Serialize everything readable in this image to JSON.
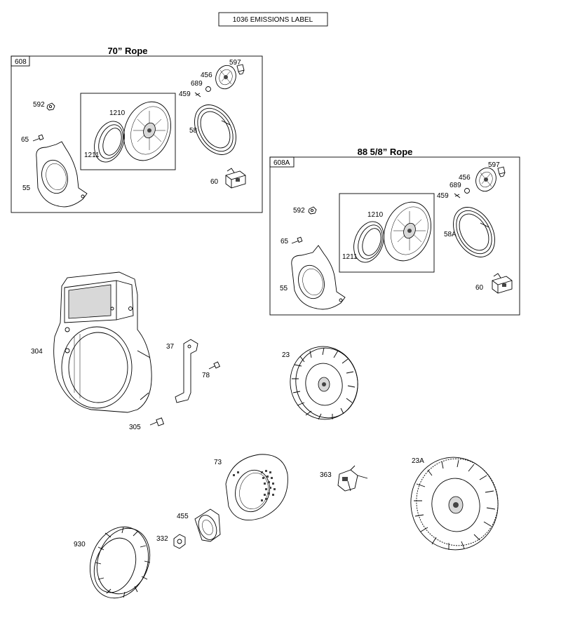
{
  "header": {
    "emissions_label": "1036 EMISSIONS LABEL"
  },
  "groups": [
    {
      "title": "70” Rope",
      "tag": "608",
      "labels": {
        "p597": "597",
        "p456": "456",
        "p689": "689",
        "p459": "459",
        "p592": "592",
        "p1210": "1210",
        "p58": "58",
        "p65": "65",
        "p1211": "1211",
        "p55": "55",
        "p60": "60"
      }
    },
    {
      "title": "88 5/8” Rope",
      "tag": "608A",
      "labels": {
        "p597": "597",
        "p456": "456",
        "p689": "689",
        "p459": "459",
        "p592": "592",
        "p1210": "1210",
        "p58": "58A",
        "p65": "65",
        "p1211": "1211",
        "p55": "55",
        "p60": "60"
      }
    }
  ],
  "parts": {
    "p304": "304",
    "p37": "37",
    "p78": "78",
    "p305": "305",
    "p23": "23",
    "p73": "73",
    "p363": "363",
    "p23A": "23A",
    "p455": "455",
    "p332": "332",
    "p930": "930"
  }
}
